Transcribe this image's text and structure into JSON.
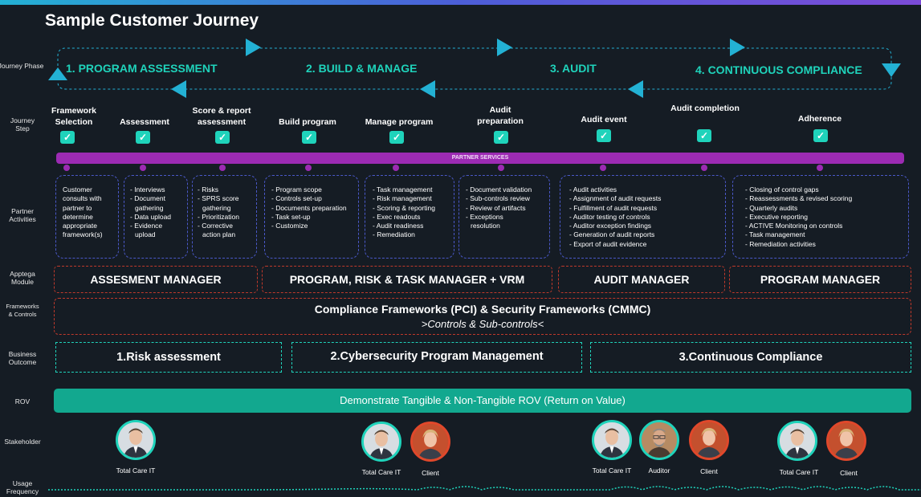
{
  "title": "Sample Customer Journey",
  "row_labels": {
    "journey_phase": "Journey Phase",
    "journey_step_1": "Journey",
    "journey_step_2": "Step",
    "partner_activities_1": "Partner",
    "partner_activities_2": "Activities",
    "apptega_module_1": "Apptega",
    "apptega_module_2": "Module",
    "frameworks_1": "Frameworks",
    "frameworks_2": "& Controls",
    "business_outcome_1": "Business",
    "business_outcome_2": "Outcome",
    "rov": "ROV",
    "stakeholder": "Stakeholder",
    "usage_1": "Usage",
    "usage_2": "Frequency"
  },
  "phases": [
    {
      "label": "1. PROGRAM ASSESSMENT"
    },
    {
      "label": "2. BUILD & MANAGE"
    },
    {
      "label": "3. AUDIT"
    },
    {
      "label": "4. CONTINUOUS COMPLIANCE"
    }
  ],
  "steps": [
    {
      "l1": "Framework",
      "l2": "Selection"
    },
    {
      "l1": "Assessment",
      "l2": ""
    },
    {
      "l1": "Score & report",
      "l2": "assessment"
    },
    {
      "l1": "Build program",
      "l2": ""
    },
    {
      "l1": "Manage program",
      "l2": ""
    },
    {
      "l1": "Audit",
      "l2": "preparation"
    },
    {
      "l1": "Audit event",
      "l2": ""
    },
    {
      "l1": "Audit completion",
      "l2": ""
    },
    {
      "l1": "Adherence",
      "l2": ""
    }
  ],
  "partner_services": "PARTNER SERVICES",
  "activities": [
    [
      "Customer",
      "consults with",
      "partner to",
      "determine",
      "appropriate",
      "framework(s)"
    ],
    [
      "- Interviews",
      "- Document",
      "  gathering",
      "- Data upload",
      "- Evidence",
      "  upload"
    ],
    [
      "- Risks",
      "- SPRS score",
      "  gathering",
      "- Prioritization",
      "- Corrective",
      "  action plan"
    ],
    [
      "- Program scope",
      "- Controls set-up",
      "- Documents preparation",
      "- Task set-up",
      "- Customize"
    ],
    [
      "- Task management",
      "-  Risk management",
      "- Scoring & reporting",
      "- Exec readouts",
      "- Audit readiness",
      "- Remediation"
    ],
    [
      "- Document validation",
      "- Sub-controls review",
      "- Review of artifacts",
      "- Exceptions",
      "  resolution"
    ],
    [
      "- Audit activities",
      "- Assignment  of audit requests",
      "- Fulfillment of audit requests",
      "- Auditor testing of controls",
      "- Auditor exception findings",
      "- Generation of audit reports",
      "- Export of audit evidence"
    ],
    [
      "- Closing of control gaps",
      "- Reassessments & revised scoring",
      "- Quarterly audits",
      "- Executive reporting",
      "- ACTIVE Monitoring on controls",
      "- Task management",
      "- Remediation activities"
    ]
  ],
  "modules": [
    "ASSESMENT MANAGER",
    "PROGRAM, RISK & TASK MANAGER + VRM",
    "AUDIT MANAGER",
    "PROGRAM MANAGER"
  ],
  "frameworks": {
    "main": "Compliance Frameworks (PCI) & Security Frameworks (CMMC)",
    "sub": ">Controls & Sub-controls<"
  },
  "outcomes": [
    "1.Risk assessment",
    "2.Cybersecurity Program Management",
    "3.Continuous Compliance"
  ],
  "rov": "Demonstrate Tangible & Non-Tangible ROV (Return on Value)",
  "stakeholders": {
    "tcit": "Total Care IT",
    "client": "Client",
    "auditor": "Auditor"
  },
  "colors": {
    "background": "#151c24",
    "teal": "#1fd3bb",
    "cyan_arrow": "#23b1d4",
    "purple": "#9c2bb3",
    "blue_dashed": "#4a58c8",
    "red_dashed": "#c0392b",
    "rov_green": "#12a88f"
  }
}
